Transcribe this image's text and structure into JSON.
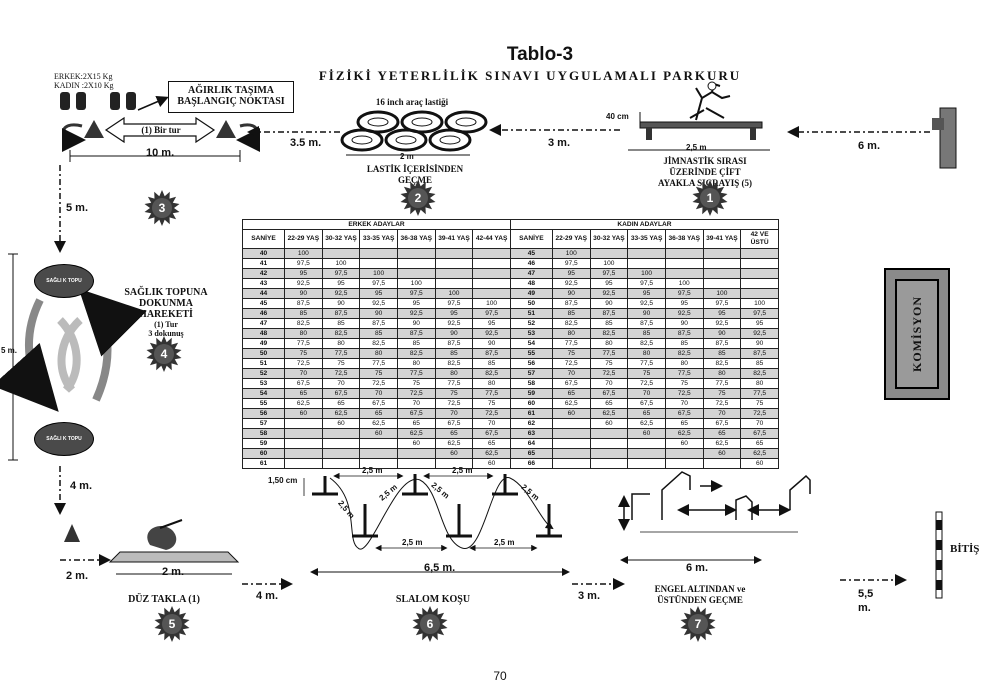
{
  "title": "Tablo-3",
  "subtitle": "FİZİKİ YETERLİLİK SINAVI UYGULAMALI PARKURU",
  "weights": {
    "male": "ERKEK:2X15 Kg",
    "female": "KADIN :2X10 Kg"
  },
  "start_box": {
    "line1": "AĞIRLIK TAŞIMA",
    "line2": "BAŞLANGIÇ NOKTASI"
  },
  "one_lap": "(1) Bir tur",
  "tire_label": "16 inch araç lastiği",
  "stations": {
    "s1": {
      "number": "1",
      "line1": "JİMNASTİK SIRASI",
      "line2": "ÜZERİNDE ÇİFT",
      "line3": "AYAKLA SIÇRAYIŞ (5)"
    },
    "s2": {
      "number": "2",
      "line1": "LASTİK İÇERİSİNDEN",
      "line2": "GEÇME"
    },
    "s3": {
      "number": "3"
    },
    "s4": {
      "number": "4",
      "line1": "SAĞLIK TOPUNA",
      "line2": "DOKUNMA",
      "line3": "HAREKETİ",
      "line4": "(1)  Tur",
      "line5": "3 dokunuş"
    },
    "s5": {
      "number": "5",
      "label": "DÜZ TAKLA  (1)"
    },
    "s6": {
      "number": "6",
      "label": "SLALOM KOŞU"
    },
    "s7": {
      "number": "7",
      "line1": "ENGEL  ALTINDAN  ve",
      "line2": "ÜSTÜNDEN  GEÇME"
    }
  },
  "balls": {
    "text1": "SAĞLI K TOPU",
    "text2": "SAĞLI K TOPU"
  },
  "distances": {
    "d_10m": "10 m.",
    "d_35m": "3.5 m.",
    "d_2m_tire": "2 m",
    "d_3m_top": "3 m.",
    "d_25m_bench": "2,5 m",
    "d_40cm": "40 cm",
    "d_6m_top": "6 m.",
    "d_5m_left": "5 m.",
    "d_5m_vertical": "5 m.",
    "d_4m_left": "4 m.",
    "d_2m_bottom": "2 m.",
    "d_2m_mat": "2 m.",
    "d_4m_bottom": "4 m.",
    "d_65m": "6,5 m.",
    "d_3m_bottom": "3 m.",
    "d_6m_bottom": "6 m.",
    "d_55m": "5,5",
    "d_55m_unit": "m.",
    "d_150cm": "1,50 cm",
    "slalom_25": "2,5 m",
    "slalom_25_b": "2,5 m",
    "slalom_25_c": "2,5 m",
    "slalom_25_d": "2,5 m",
    "slalom_25_e": "2,5 m",
    "slalom_25_f": "2,5 m",
    "slalom_25_g": "2,5 m",
    "slalom_25_h": "2,5 m"
  },
  "komisyon": "KOMİSYON",
  "bitis": "BİTİŞ",
  "page_number": "70",
  "table": {
    "male_group": "ERKEK ADAYLAR",
    "female_group": "KADIN ADAYLAR",
    "sec_header": "SANİYE",
    "male_cols": [
      "22-29 YAŞ",
      "30-32 YAŞ",
      "33-35 YAŞ",
      "36-38 YAŞ",
      "39-41 YAŞ",
      "42-44 YAŞ"
    ],
    "female_cols": [
      "22-29 YAŞ",
      "30-32 YAŞ",
      "33-35 YAŞ",
      "36-38 YAŞ",
      "39-41 YAŞ",
      "42 VE ÜSTÜ"
    ],
    "rows": [
      [
        "40",
        "100",
        "",
        "",
        "",
        "",
        "",
        "45",
        "100",
        "",
        "",
        "",
        "",
        ""
      ],
      [
        "41",
        "97,5",
        "100",
        "",
        "",
        "",
        "",
        "46",
        "97,5",
        "100",
        "",
        "",
        "",
        ""
      ],
      [
        "42",
        "95",
        "97,5",
        "100",
        "",
        "",
        "",
        "47",
        "95",
        "97,5",
        "100",
        "",
        "",
        ""
      ],
      [
        "43",
        "92,5",
        "95",
        "97,5",
        "100",
        "",
        "",
        "48",
        "92,5",
        "95",
        "97,5",
        "100",
        "",
        ""
      ],
      [
        "44",
        "90",
        "92,5",
        "95",
        "97,5",
        "100",
        "",
        "49",
        "90",
        "92,5",
        "95",
        "97,5",
        "100",
        ""
      ],
      [
        "45",
        "87,5",
        "90",
        "92,5",
        "95",
        "97,5",
        "100",
        "50",
        "87,5",
        "90",
        "92,5",
        "95",
        "97,5",
        "100"
      ],
      [
        "46",
        "85",
        "87,5",
        "90",
        "92,5",
        "95",
        "97,5",
        "51",
        "85",
        "87,5",
        "90",
        "92,5",
        "95",
        "97,5"
      ],
      [
        "47",
        "82,5",
        "85",
        "87,5",
        "90",
        "92,5",
        "95",
        "52",
        "82,5",
        "85",
        "87,5",
        "90",
        "92,5",
        "95"
      ],
      [
        "48",
        "80",
        "82,5",
        "85",
        "87,5",
        "90",
        "92,5",
        "53",
        "80",
        "82,5",
        "85",
        "87,5",
        "90",
        "92,5"
      ],
      [
        "49",
        "77,5",
        "80",
        "82,5",
        "85",
        "87,5",
        "90",
        "54",
        "77,5",
        "80",
        "82,5",
        "85",
        "87,5",
        "90"
      ],
      [
        "50",
        "75",
        "77,5",
        "80",
        "82,5",
        "85",
        "87,5",
        "55",
        "75",
        "77,5",
        "80",
        "82,5",
        "85",
        "87,5"
      ],
      [
        "51",
        "72,5",
        "75",
        "77,5",
        "80",
        "82,5",
        "85",
        "56",
        "72,5",
        "75",
        "77,5",
        "80",
        "82,5",
        "85"
      ],
      [
        "52",
        "70",
        "72,5",
        "75",
        "77,5",
        "80",
        "82,5",
        "57",
        "70",
        "72,5",
        "75",
        "77,5",
        "80",
        "82,5"
      ],
      [
        "53",
        "67,5",
        "70",
        "72,5",
        "75",
        "77,5",
        "80",
        "58",
        "67,5",
        "70",
        "72,5",
        "75",
        "77,5",
        "80"
      ],
      [
        "54",
        "65",
        "67,5",
        "70",
        "72,5",
        "75",
        "77,5",
        "59",
        "65",
        "67,5",
        "70",
        "72,5",
        "75",
        "77,5"
      ],
      [
        "55",
        "62,5",
        "65",
        "67,5",
        "70",
        "72,5",
        "75",
        "60",
        "62,5",
        "65",
        "67,5",
        "70",
        "72,5",
        "75"
      ],
      [
        "56",
        "60",
        "62,5",
        "65",
        "67,5",
        "70",
        "72,5",
        "61",
        "60",
        "62,5",
        "65",
        "67,5",
        "70",
        "72,5"
      ],
      [
        "57",
        "",
        "60",
        "62,5",
        "65",
        "67,5",
        "70",
        "62",
        "",
        "60",
        "62,5",
        "65",
        "67,5",
        "70"
      ],
      [
        "58",
        "",
        "",
        "60",
        "62,5",
        "65",
        "67,5",
        "63",
        "",
        "",
        "60",
        "62,5",
        "65",
        "67,5"
      ],
      [
        "59",
        "",
        "",
        "",
        "60",
        "62,5",
        "65",
        "64",
        "",
        "",
        "",
        "60",
        "62,5",
        "65"
      ],
      [
        "60",
        "",
        "",
        "",
        "",
        "60",
        "62,5",
        "65",
        "",
        "",
        "",
        "",
        "60",
        "62,5"
      ],
      [
        "61",
        "",
        "",
        "",
        "",
        "",
        "60",
        "66",
        "",
        "",
        "",
        "",
        "",
        "60"
      ]
    ]
  }
}
